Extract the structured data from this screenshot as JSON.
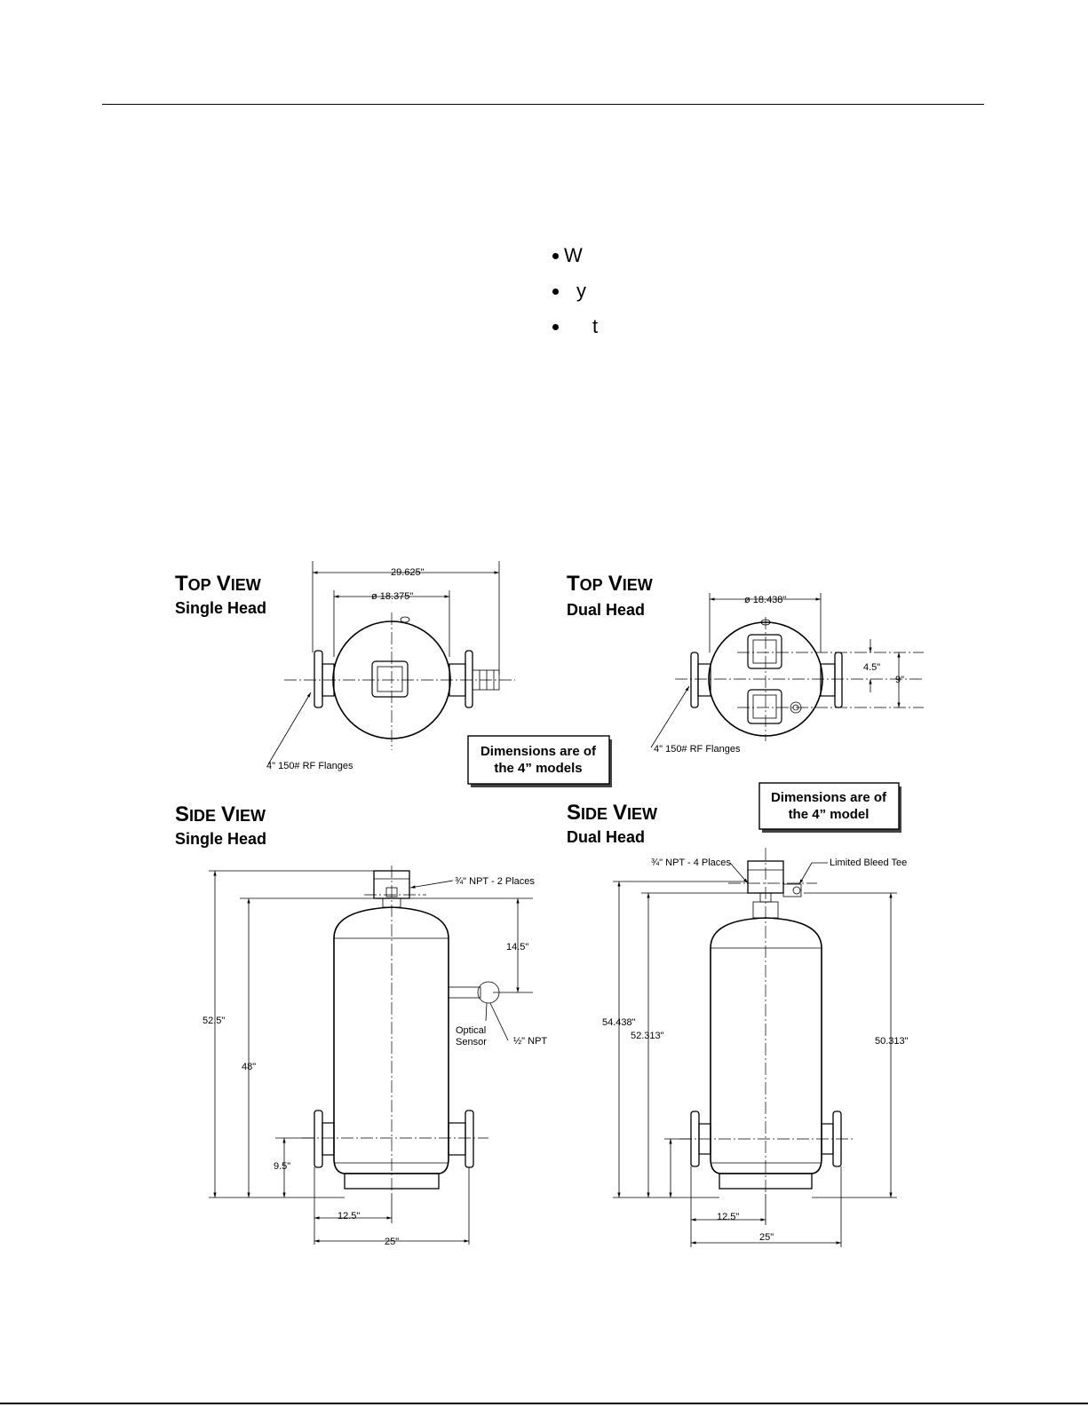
{
  "bullets": [
    {
      "text": "W"
    },
    {
      "text": "y"
    },
    {
      "text": "t"
    }
  ],
  "views": {
    "top_single": {
      "title_big1": "T",
      "title_small1": "OP",
      "title_big2": "V",
      "title_small2": "IEW",
      "subtitle": "Single Head",
      "dim_overall": "29.625\"",
      "dim_diameter": "ø 18.375\"",
      "flange_label": "4\" 150# RF Flanges"
    },
    "top_dual": {
      "title_big1": "T",
      "title_small1": "OP",
      "title_big2": "V",
      "title_small2": "IEW",
      "subtitle": "Dual Head",
      "dim_diameter": "ø 18.438\"",
      "dim_spacing": "4.5\"",
      "dim_total": "9\"",
      "flange_label": "4\" 150# RF Flanges"
    },
    "side_single": {
      "title_big1": "S",
      "title_small1": "IDE",
      "title_big2": "V",
      "title_small2": "IEW",
      "subtitle": "Single Head",
      "npt_label": "¾\" NPT - 2 Places",
      "dim_sensor": "14.5\"",
      "sensor_label_1": "Optical",
      "sensor_label_2": "Sensor",
      "half_npt": "½\" NPT",
      "dim_overall": "52.5\"",
      "dim_body": "48\"",
      "dim_inlet": "9.5\"",
      "dim_half": "12.5\"",
      "dim_width": "25\""
    },
    "side_dual": {
      "title_big1": "S",
      "title_small1": "IDE",
      "title_big2": "V",
      "title_small2": "IEW",
      "subtitle": "Dual Head",
      "npt_label": "¾\" NPT - 4 Places",
      "bleed_label": "Limited Bleed Tee",
      "dim_overall": "54.438\"",
      "dim_mid": "52.313\"",
      "dim_right": "50.313\"",
      "dim_half": "12.5\"",
      "dim_width": "25\""
    }
  },
  "notes": {
    "note1_line1": "Dimensions are of",
    "note1_line2": "the 4” models",
    "note2_line1": "Dimensions are of",
    "note2_line2": "the 4” model"
  }
}
